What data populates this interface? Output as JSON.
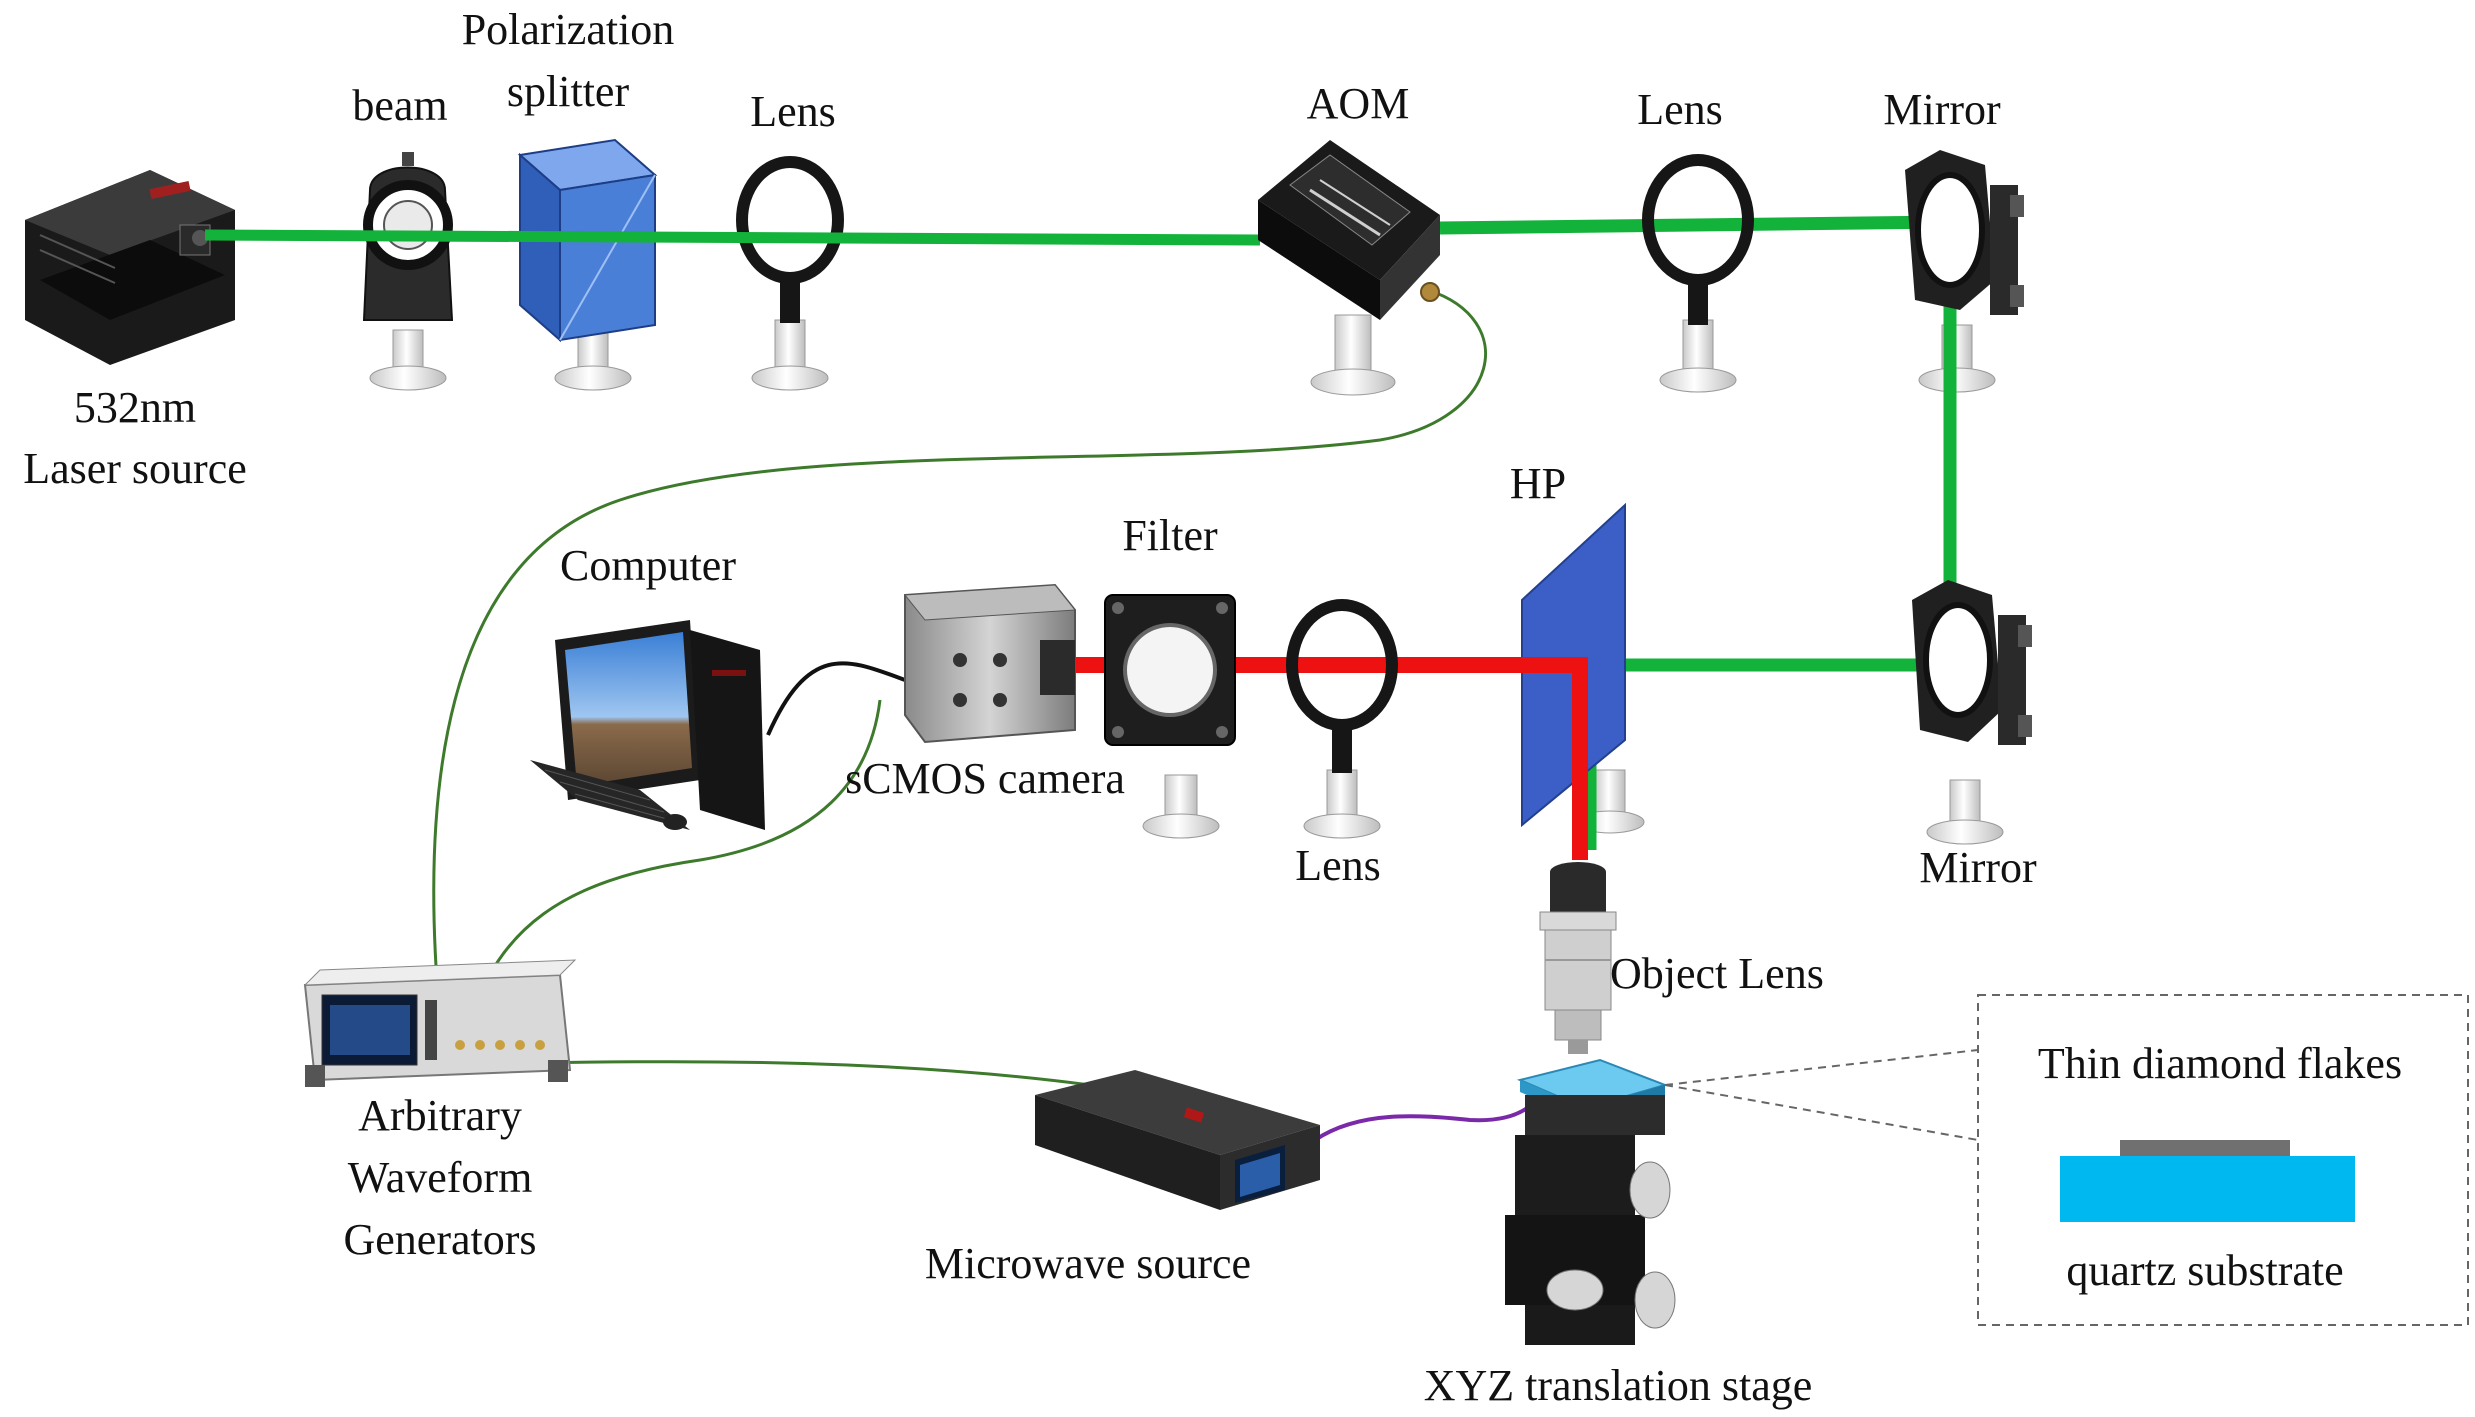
{
  "labels": {
    "laser_line1": "532nm",
    "laser_line2": "Laser source",
    "beam": "beam",
    "polarization_line1": "Polarization",
    "polarization_line2": "splitter",
    "lens_1": "Lens",
    "aom": "AOM",
    "lens_2": "Lens",
    "mirror_top": "Mirror",
    "hp": "HP",
    "computer": "Computer",
    "filter": "Filter",
    "scmos": "sCMOS camera",
    "lens_3": "Lens",
    "mirror_bottom": "Mirror",
    "object_lens": "Object Lens",
    "awg_line1": "Arbitrary",
    "awg_line2": "Waveform",
    "awg_line3": "Generators",
    "microwave": "Microwave source",
    "xyz": "XYZ translation stage",
    "thin_flakes": "Thin diamond flakes",
    "quartz": "quartz substrate"
  },
  "colors": {
    "green_beam": "#13b23a",
    "red_beam": "#ee1111",
    "cable": "#3d7a2c",
    "microwave_cable": "#7a2aa8",
    "hp_plate": "#3b5fc6",
    "splitter": "#4a7fd8",
    "quartz": "#00b8f0",
    "flake": "#707070"
  }
}
